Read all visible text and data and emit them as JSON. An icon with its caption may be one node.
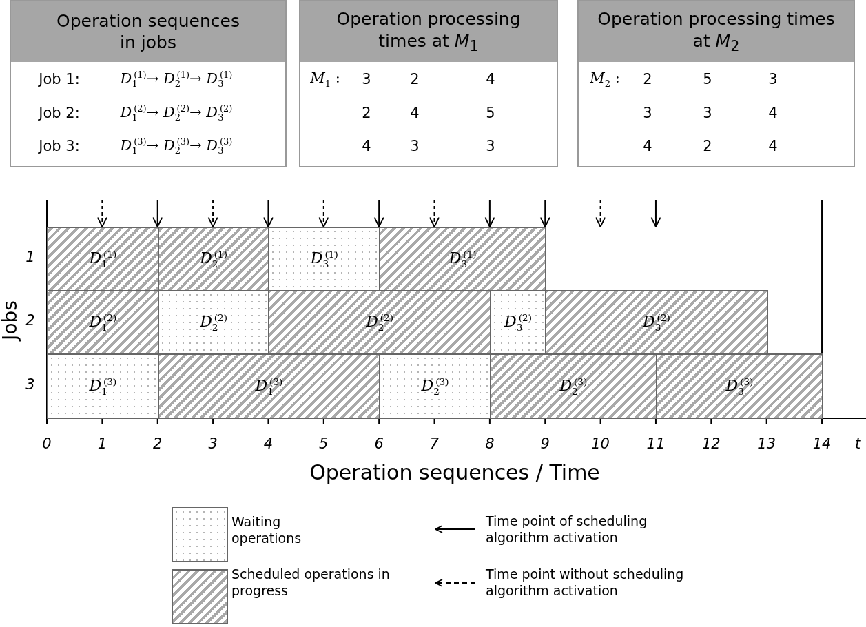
{
  "diagram": {
    "nodes": [
      {
        "text": [
          "Operation sequences in jobs"
        ]
      },
      {
        "text": [
          "Operation processing times at *M*$_{1}$"
        ]
      },
      {
        "text": [
          "Operation processing times at *M*$_{2}$"
        ]
      },
      {
        "text": [
          "*D*$_{1}$$^{(1)}$"
        ]
      },
      {
        "text": [
          "*D*$_{2}$$^{(1)}$"
        ]
      },
      {
        "text": [
          "*D*$_{3}$$^{(1)}$"
        ]
      },
      {
        "text": [
          "*D*$_{3}$$^{(1)}$"
        ]
      },
      {
        "text": [
          "*D*$_{1}$$^{(2)}$"
        ]
      },
      {
        "text": [
          "*D*$_{2}$$^{(2)}$"
        ]
      },
      {
        "text": [
          "*D*$_{2}$$^{(2)}$"
        ]
      },
      {
        "text": [
          "*D*$_{3}$$^{(2)}$"
        ]
      },
      {
        "text": [
          "*D*$_{3}$$^{(2)}$"
        ]
      },
      {
        "text": [
          "*D*$_{1}$$^{(3)}$"
        ]
      },
      {
        "text": [
          "*D*$_{1}$$^{(3)}$"
        ]
      },
      {
        "text": [
          "*D*$_{2}$$^{(3)}$"
        ]
      },
      {
        "text": [
          "*D*$_{2}$$^{(3)}$"
        ]
      },
      {
        "text": [
          "*D*$_{3}$$^{(3)}$"
        ]
      }
    ],
    "edges": [],
    "labels": [
      "Job 1:",
      "*D*$_{1}$$^{(1)}$→ *D*$_{2}$$^{(1)}$→ *D*$_{3}$$^{(1)}$",
      "Job 2:",
      "*D*$_{1}$$^{(2)}$→ *D*$_{2}$$^{(2)}$→ *D*$_{3}$$^{(2)}$",
      "Job 3:",
      "*D*$_{1}$$^{(3)}$→ *D*$_{2}$$^{(3)}$→ *D*$_{3}$$^{(3)}$",
      "*M*$_{1}$ :",
      "3",
      "2",
      "4",
      "2",
      "4",
      "5",
      "4",
      "3",
      "3",
      "*M*$_{2}$ :",
      "2",
      "5",
      "3",
      "3",
      "3",
      "4",
      "4",
      "2",
      "4",
      "1",
      "2",
      "3",
      "Jobs",
      "0",
      "1",
      "2",
      "3",
      "4",
      "5",
      "6",
      "7",
      "8",
      "9",
      "10",
      "11",
      "12",
      "13",
      "14",
      "t",
      "Operation sequences / Time"
    ],
    "legend": [
      {
        "text": "Waiting operations"
      },
      {
        "text": "Time point of scheduling algorithm activation"
      },
      {
        "text": "Scheduled operations in progress"
      },
      {
        "text": "Time point  without scheduling algorithm activation"
      }
    ]
  }
}
